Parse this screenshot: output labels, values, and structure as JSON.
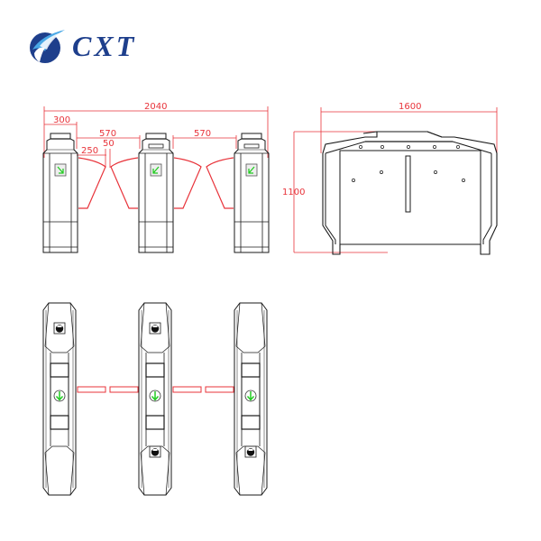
{
  "logo": {
    "text": "CXT",
    "brand_color": "#1e3f8c",
    "accent_color": "#4aa8e6"
  },
  "colors": {
    "dimension": "#e8333a",
    "outline": "#1a1a1a",
    "indicator": "#22cc22"
  },
  "front_view": {
    "dimensions": {
      "overall_width": "2040",
      "cabinet_width": "300",
      "lane_width_1": "570",
      "lane_width_2": "570",
      "flap_length": "250",
      "flap_gap": "50"
    },
    "cabinets": 3,
    "indicator_icons": [
      "arrow-down-right-icon",
      "arrow-down-left-icon",
      "arrow-down-left-icon"
    ]
  },
  "side_view": {
    "dimensions": {
      "width": "1600",
      "height": "1100"
    }
  },
  "top_view": {
    "cabinets": 3,
    "indicator_icon": "arrow-down-circle-icon",
    "reader_icons": [
      "card-reader-icon"
    ]
  }
}
